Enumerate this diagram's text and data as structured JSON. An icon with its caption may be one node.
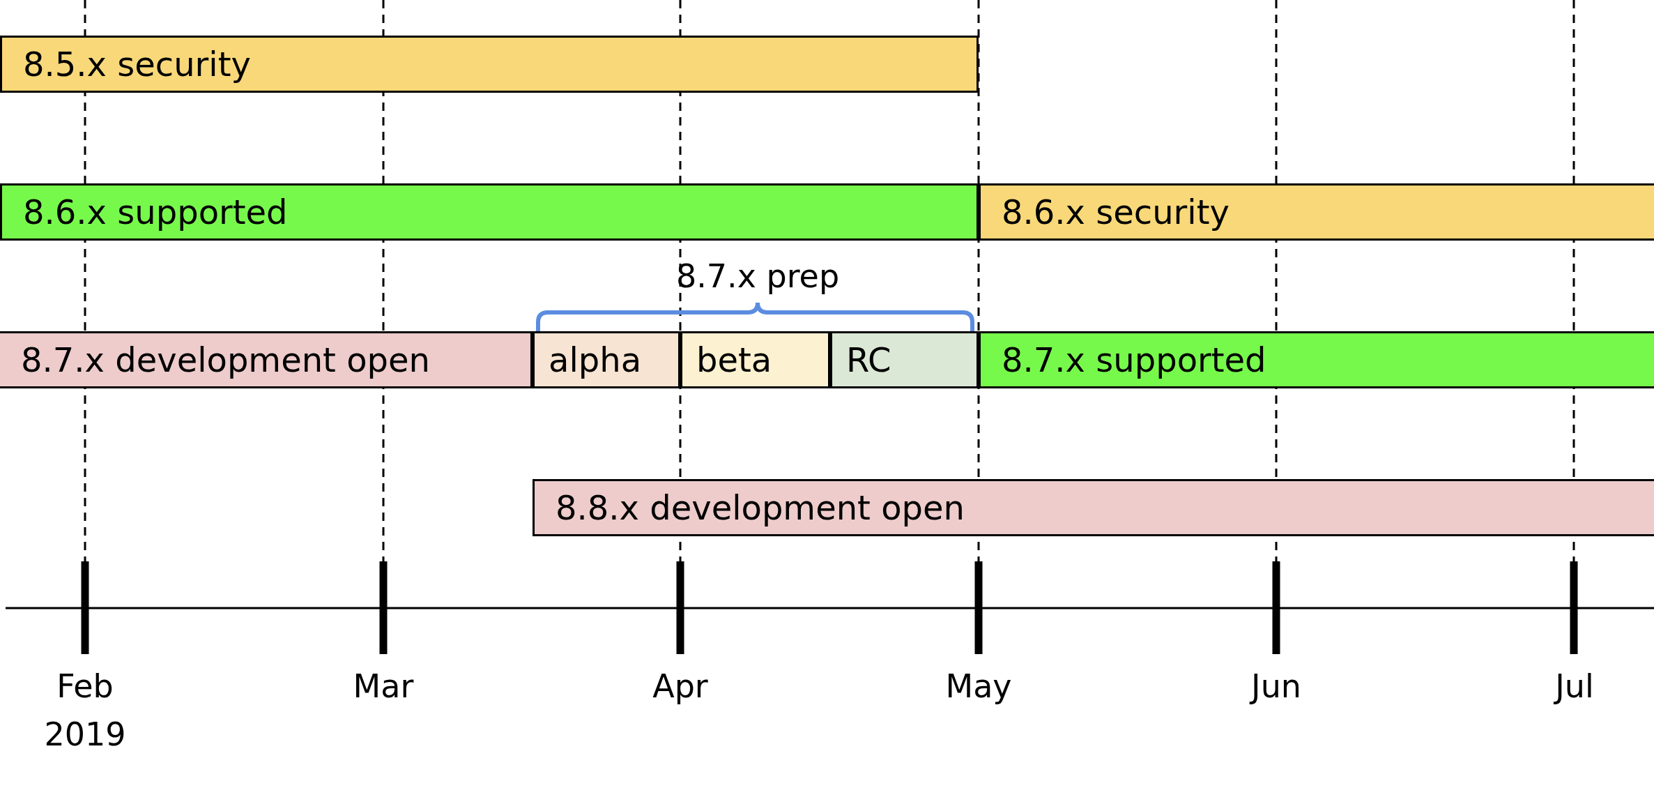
{
  "diagram": {
    "nodes": [
      {
        "text": [
          "8.5.x security"
        ]
      },
      {
        "text": [
          "8.6.x supported"
        ]
      },
      {
        "text": [
          "8.6.x security"
        ]
      },
      {
        "text": [
          "8.7.x development open"
        ]
      },
      {
        "text": [
          "alpha"
        ]
      },
      {
        "text": [
          "beta"
        ]
      },
      {
        "text": [
          "RC"
        ]
      },
      {
        "text": [
          "8.7.x supported"
        ]
      },
      {
        "text": [
          "8.8.x development open"
        ]
      }
    ],
    "edges": [],
    "labels": [
      "8.7.x prep",
      "Feb 2019",
      "Mar",
      "Apr",
      "May",
      "Jun",
      "Jul"
    ]
  }
}
